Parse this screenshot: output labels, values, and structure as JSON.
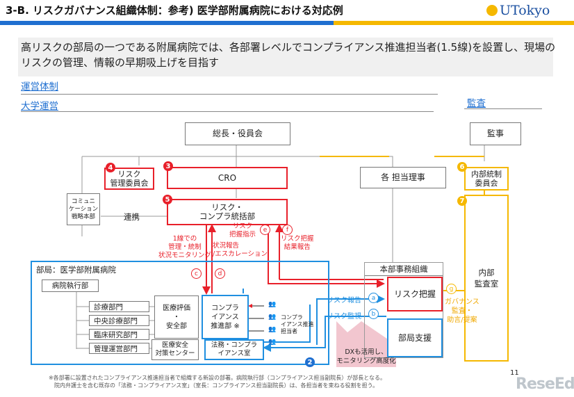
{
  "header": {
    "title": "3-B. リスクガバナンス組織体制：参考) 医学部附属病院における対応例",
    "logo": "UTokyo"
  },
  "lead": "高リスクの部局の一つである附属病院では、各部署レベルでコンプライアンス推進担当者(1.5線)を設置し、現場のリスクの管理、情報の早期吸上げを目指す",
  "sections": {
    "management": "運営体制",
    "university": "大学運営",
    "audit": "監査"
  },
  "boxes": {
    "president": "総長・役員会",
    "auditor": "監事",
    "risk_committee": "リスク\n管理委員会",
    "cro": "CRO",
    "directors": "各 担当理事",
    "internal_committee": "内部統制\n委員会",
    "comm": "コミュニ\nケーション\n戦略本部",
    "renkei": "連携",
    "risk_compliance": "リスク・\nコンプラ統括部",
    "head_office": "本部事務組織",
    "internal_audit": "内部\n監査室",
    "risk_grasp": "リスク把握",
    "dept_support": "部局支援",
    "hospital": "部局：医学部附属病院",
    "hospital_exec": "病院執行部",
    "med_eval": "医療評価\n・\n安全部",
    "med_safety": "医療安全\n対策センター",
    "compliance_dept": "コンプラ\nイアンス\n推進部 ※",
    "legal_compliance": "法務・コンプラ\nイアンス室",
    "compliance_person": "コンプラ\nイアンス推進\n担当者",
    "dx": "DXも活用し、\nモニタリング高度化"
  },
  "departments": [
    "診療部門",
    "中央診療部門",
    "臨床研究部門",
    "管理運営部門"
  ],
  "badges": {
    "n2": "2",
    "n3": "3",
    "n4": "4",
    "n5": "5",
    "n6": "6",
    "n7": "7",
    "c": "c",
    "d": "d",
    "e": "e",
    "f": "f",
    "g": "g",
    "a": "a",
    "b": "b"
  },
  "flows": {
    "first_line": "1線での\n管理・統制\n状況モニタリング",
    "status_report": "状況報告\n/エスカレーション",
    "risk_grasp_instruction": "リスク\n把握指示",
    "risk_grasp_report": "リスク把握\n結果報告",
    "risk_report": "リスク報告",
    "risk_monitor": "リスク監視",
    "governance": "ガバナンス\n監査・\n助言/提案"
  },
  "footnote": {
    "line1": "※各部署に設置されたコンプライアンス推進担当者で組織する新設の部署。病院執行部（コンプライアンス担当副院長）が部長となる。",
    "line2": "院内弁護士を含む既存の「法務・コンプライアンス室」（室長：コンプライアンス担当副院長）は、各担当者を束ねる役割を担う。"
  },
  "page_number": "11",
  "watermark": "ReseEd",
  "colors": {
    "red": "#e8202a",
    "blue": "#1f8fe0",
    "yellow": "#f5b800",
    "navy": "#1f6fd0"
  }
}
